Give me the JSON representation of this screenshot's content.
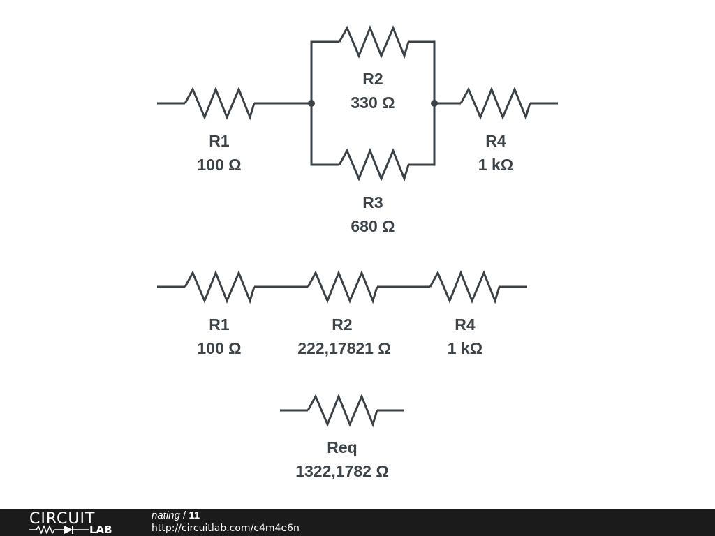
{
  "diagram": {
    "original": {
      "R1": {
        "name": "R1",
        "value": "100 Ω"
      },
      "R2": {
        "name": "R2",
        "value": "330 Ω"
      },
      "R3": {
        "name": "R3",
        "value": "680 Ω"
      },
      "R4": {
        "name": "R4",
        "value": "1 kΩ"
      }
    },
    "simplified": {
      "R1": {
        "name": "R1",
        "value": "100 Ω"
      },
      "R2": {
        "name": "R2",
        "value": "222,17821 Ω"
      },
      "R4": {
        "name": "R4",
        "value": "1 kΩ"
      }
    },
    "equivalent": {
      "name": "Req",
      "value": "1322,1782 Ω"
    }
  },
  "footer": {
    "logo_word": "CIRCUIT",
    "logo_sub": "LAB",
    "author": "nating",
    "separator": " / ",
    "count": "11",
    "url": "http://circuitlab.com/c4m4e6n"
  },
  "colors": {
    "wire": "#3a4147",
    "footer_bg": "#1b1b1b",
    "text": "#3d4449"
  }
}
